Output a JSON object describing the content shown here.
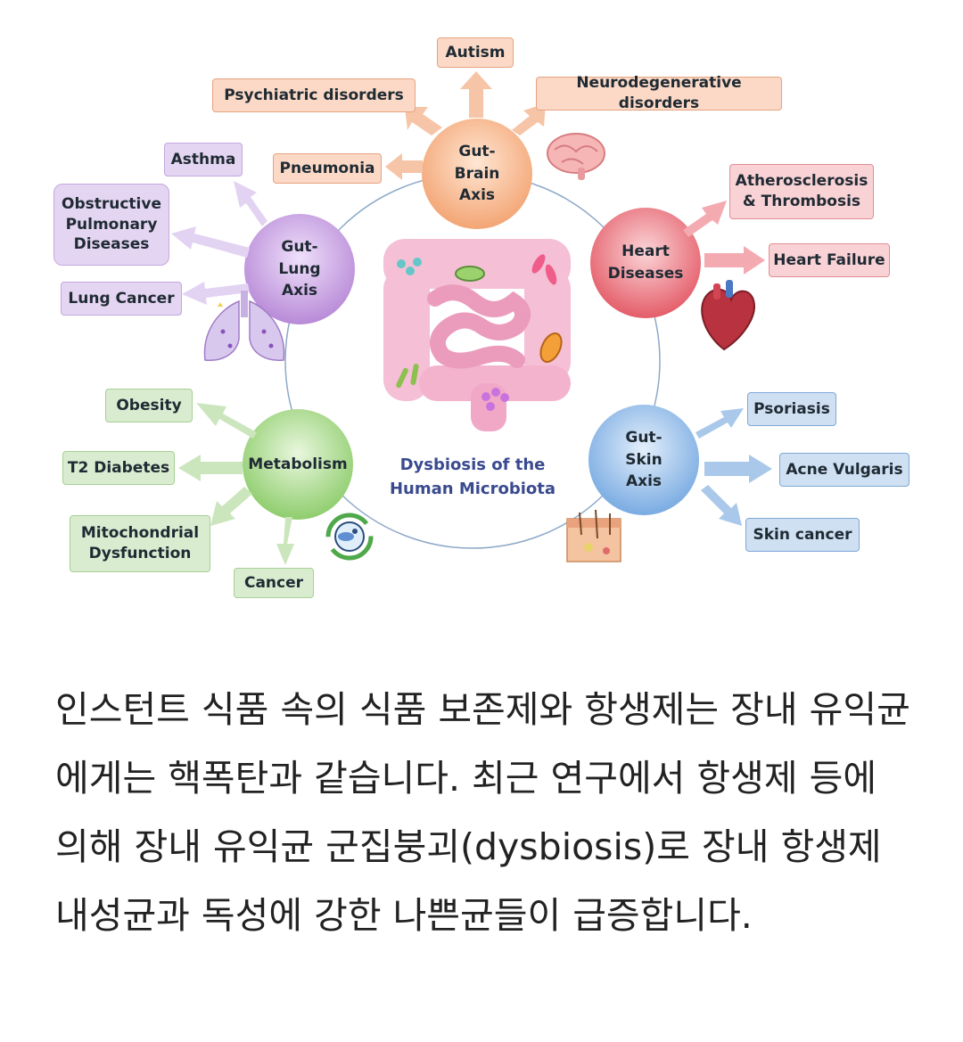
{
  "diagram": {
    "center": {
      "label": "Dysbiosis of the\nHuman Microbiota"
    },
    "hubs": {
      "brain": "Gut-\nBrain\nAxis",
      "lung": "Gut-\nLung\nAxis",
      "heart": "Heart\nDiseases",
      "metabolism": "Metabolism",
      "skin": "Gut-\nSkin\nAxis"
    },
    "brain_outcomes": {
      "autism": "Autism",
      "psychiatric": "Psychiatric disorders",
      "neurodegenerative": "Neurodegenerative disorders",
      "pneumonia": "Pneumonia"
    },
    "lung_outcomes": {
      "asthma": "Asthma",
      "copd": "Obstructive\nPulmonary\nDiseases",
      "lung_cancer": "Lung Cancer"
    },
    "heart_outcomes": {
      "athero": "Atherosclerosis\n& Thrombosis",
      "heart_failure": "Heart Failure"
    },
    "metabolism_outcomes": {
      "obesity": "Obesity",
      "t2d": "T2 Diabetes",
      "mito": "Mitochondrial\nDysfunction",
      "cancer": "Cancer"
    },
    "skin_outcomes": {
      "psoriasis": "Psoriasis",
      "acne": "Acne Vulgaris",
      "skin_cancer": "Skin cancer"
    },
    "icons": [
      "brain-icon",
      "heart-icon",
      "lungs-icon",
      "intestine-icon",
      "skin-icon",
      "recycle-microbe-icon"
    ],
    "colors": {
      "brain": "#f4a779",
      "lung": "#b98ad8",
      "heart": "#e8626d",
      "metabolism": "#8fcf6e",
      "skin": "#7fb0e4",
      "ring": "#8ea9c8",
      "center_text": "#3a4a8f"
    }
  },
  "article": {
    "text": "인스턴트 식품 속의 식품 보존제와 항생제는 장내 유익균에게는 핵폭탄과 같습니다. 최근 연구에서 항생제 등에 의해 장내 유익균 군집붕괴(dysbiosis)로 장내 항생제 내성균과 독성에 강한 나쁜균들이 급증합니다."
  }
}
